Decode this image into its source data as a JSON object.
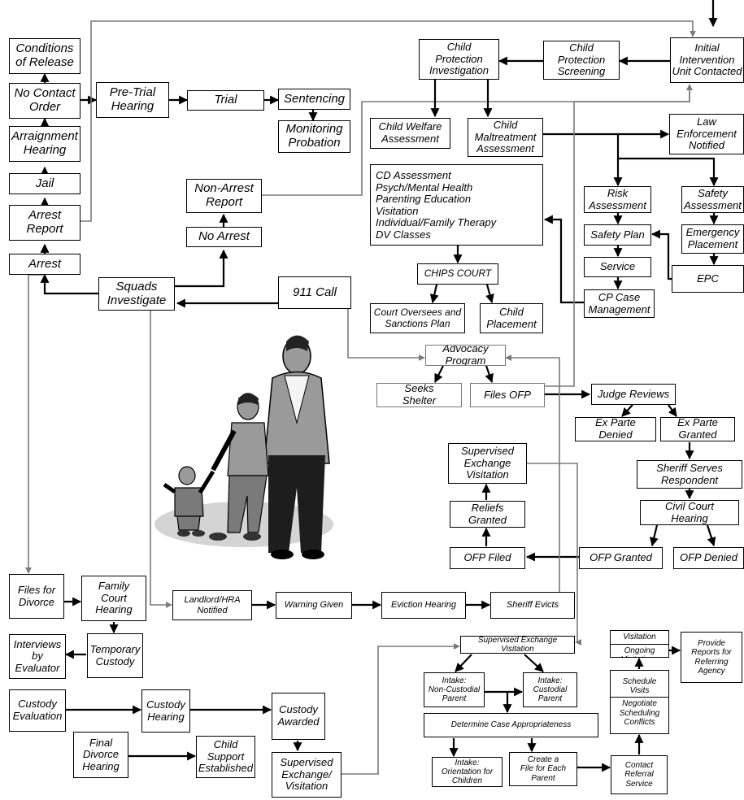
{
  "boxes": {
    "conditions_of_release": "Conditions\nof Release",
    "no_contact_order": "No Contact\nOrder",
    "arraignment_hearing": "Arraignment\nHearing",
    "jail": "Jail",
    "arrest_report": "Arrest\nReport",
    "arrest": "Arrest",
    "pre_trial_hearing": "Pre-Trial\nHearing",
    "trial": "Trial",
    "sentencing": "Sentencing",
    "monitoring_probation": "Monitoring\nProbation",
    "non_arrest_report": "Non-Arrest\nReport",
    "no_arrest": "No Arrest",
    "squads_investigate": "Squads\nInvestigate",
    "call_911": "911 Call",
    "child_protection_investigation": "Child\nProtection\nInvestigation",
    "child_protection_screening": "Child\nProtection\nScreening",
    "initial_intervention": "Initial\nIntervention\nUnit Contacted",
    "child_welfare_assessment": "Child Welfare\nAssessment",
    "child_maltreatment_assessment": "Child\nMaltreatment\nAssessment",
    "law_enforcement_notified": "Law\nEnforcement\nNotified",
    "services_list": "CD Assessment\nPsych/Mental Health\nParenting Education\nVisitation\nIndividual/Family Therapy\nDV Classes",
    "risk_assessment": "Risk\nAssessment",
    "safety_assessment": "Safety\nAssessment",
    "safety_plan": "Safety Plan",
    "emergency_placement": "Emergency\nPlacement",
    "service": "Service",
    "epc": "EPC",
    "chips_court": "CHIPS COURT",
    "court_oversees": "Court Oversees and\nSanctions Plan",
    "child_placement": "Child\nPlacement",
    "cp_case_management": "CP Case\nManagement",
    "advocacy_program": "Advocacy\nProgram",
    "seeks_shelter": "Seeks\nShelter",
    "files_ofp": "Files OFP",
    "judge_reviews": "Judge Reviews",
    "ex_parte_denied": "Ex Parte\nDenied",
    "ex_parte_granted": "Ex Parte\nGranted",
    "sheriff_serves": "Sheriff Serves\nRespondent",
    "civil_court_hearing": "Civil Court\nHearing",
    "ofp_granted": "OFP Granted",
    "ofp_denied": "OFP Denied",
    "supervised_exchange_visitation_top": "Supervised\nExchange\nVisitation",
    "reliefs_granted": "Reliefs\nGranted",
    "ofp_filed": "OFP Filed",
    "files_for_divorce": "Files for\nDivorce",
    "family_court_hearing": "Family\nCourt\nHearing",
    "interviews_by_evaluator": "Interviews\nby\nEvaluator",
    "temporary_custody": "Temporary\nCustody",
    "custody_evaluation": "Custody\nEvaluation",
    "custody_hearing": "Custody\nHearing",
    "custody_awarded": "Custody\nAwarded",
    "final_divorce_hearing": "Final\nDivorce\nHearing",
    "child_support_established": "Child\nSupport\nEstablished",
    "supervised_exchange_visitation_bottom": "Supervised\nExchange/\nVisitation",
    "landlord_hra": "Landlord/HRA\nNotified",
    "warning_given": "Warning Given",
    "eviction_hearing": "Eviction Hearing",
    "sheriff_evicts": "Sheriff Evicts",
    "supervised_exchange_visitation_mid": "Supervised Exchange\nVisitation",
    "intake_non_custodial": "Intake:\nNon-Custodial\nParent",
    "intake_custodial": "Intake:\nCustodial\nParent",
    "determine_case": "Determine Case Appropriateness",
    "intake_orientation": "Intake:\nOrientation for\nChildren",
    "create_file": "Create a\nFile for Each\nParent",
    "contact_referral": "Contact\nReferral\nService",
    "schedule_visits": "Schedule\nVisits",
    "negotiate_scheduling": "Negotiate\nScheduling\nConflicts",
    "hold_first_visitation": "Hold First\nVisitation",
    "ongoing_visitations": "Ongoing\nVisitations",
    "provide_reports": "Provide\nReports for\nReferring\nAgency"
  },
  "colors": {
    "line": "#000000",
    "secondary_line": "#7a7a7a"
  }
}
